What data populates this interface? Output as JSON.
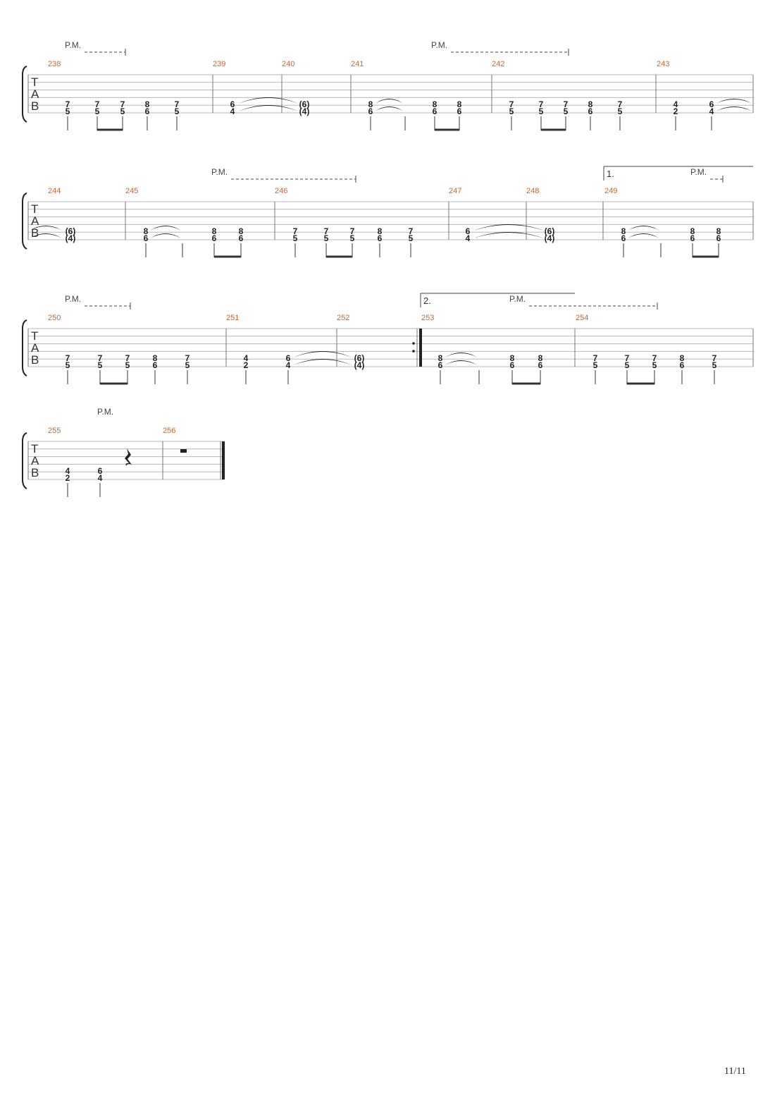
{
  "clef": [
    "T",
    "A",
    "B"
  ],
  "page_number": "11/11",
  "systems": [
    {
      "measures": [
        {
          "num": "238",
          "notes": [
            {
              "frets": [
                "7",
                "5"
              ],
              "stem": true,
              "beam": false
            },
            {
              "frets": [
                "7",
                "5"
              ],
              "stem": true,
              "beam": "start"
            },
            {
              "frets": [
                "7",
                "5"
              ],
              "stem": true,
              "beam": "end"
            },
            {
              "frets": [
                "8",
                "6"
              ],
              "stem": true,
              "beam": false
            },
            {
              "frets": [
                "7",
                "5"
              ],
              "stem": true,
              "beam": false
            }
          ]
        },
        {
          "num": "239",
          "notes": [
            {
              "frets": [
                "6",
                "4"
              ],
              "stem": false,
              "beam": false,
              "tie": "out"
            }
          ]
        },
        {
          "num": "240",
          "notes": [
            {
              "frets": [
                "(6)",
                "(4)"
              ],
              "stem": false,
              "beam": false
            }
          ]
        },
        {
          "num": "241",
          "notes": [
            {
              "frets": [
                "8",
                "6"
              ],
              "stem": true,
              "beam": false,
              "tie": "out-short"
            },
            {
              "frets": [
                "",
                ""
              ],
              "stem": true,
              "beam": false
            },
            {
              "frets": [
                "8",
                "6"
              ],
              "stem": true,
              "beam": "start"
            },
            {
              "frets": [
                "8",
                "6"
              ],
              "stem": true,
              "beam": "end"
            }
          ]
        },
        {
          "num": "242",
          "notes": [
            {
              "frets": [
                "7",
                "5"
              ],
              "stem": true,
              "beam": false
            },
            {
              "frets": [
                "7",
                "5"
              ],
              "stem": true,
              "beam": "start"
            },
            {
              "frets": [
                "7",
                "5"
              ],
              "stem": true,
              "beam": "end"
            },
            {
              "frets": [
                "8",
                "6"
              ],
              "stem": true,
              "beam": false
            },
            {
              "frets": [
                "7",
                "5"
              ],
              "stem": true,
              "beam": false
            }
          ]
        },
        {
          "num": "243",
          "notes": [
            {
              "frets": [
                "4",
                "2"
              ],
              "stem": true,
              "beam": false
            },
            {
              "frets": [
                "6",
                "4"
              ],
              "stem": true,
              "beam": false,
              "tie": "out-end"
            }
          ]
        }
      ],
      "pm": [
        {
          "label": "P.M."
        },
        {
          "label": "P.M."
        }
      ]
    },
    {
      "measures": [
        {
          "num": "244",
          "notes": [
            {
              "frets": [
                "(6)",
                "(4)"
              ],
              "stem": false,
              "beam": false
            }
          ]
        },
        {
          "num": "245",
          "notes": [
            {
              "frets": [
                "8",
                "6"
              ],
              "stem": true,
              "beam": false
            },
            {
              "frets": [
                "",
                ""
              ],
              "stem": true,
              "beam": false
            },
            {
              "frets": [
                "8",
                "6"
              ],
              "stem": true,
              "beam": "start"
            },
            {
              "frets": [
                "8",
                "6"
              ],
              "stem": true,
              "beam": "end"
            }
          ]
        },
        {
          "num": "246",
          "notes": [
            {
              "frets": [
                "7",
                "5"
              ],
              "stem": true,
              "beam": false
            },
            {
              "frets": [
                "7",
                "5"
              ],
              "stem": true,
              "beam": "start"
            },
            {
              "frets": [
                "7",
                "5"
              ],
              "stem": true,
              "beam": "end"
            },
            {
              "frets": [
                "8",
                "6"
              ],
              "stem": true,
              "beam": false
            },
            {
              "frets": [
                "7",
                "5"
              ],
              "stem": true,
              "beam": false
            }
          ]
        },
        {
          "num": "247",
          "notes": [
            {
              "frets": [
                "6",
                "4"
              ],
              "stem": false,
              "beam": false
            }
          ]
        },
        {
          "num": "248",
          "notes": [
            {
              "frets": [
                "(6)",
                "(4)"
              ],
              "stem": false,
              "beam": false
            }
          ]
        },
        {
          "num": "249",
          "notes": [
            {
              "frets": [
                "8",
                "6"
              ],
              "stem": true,
              "beam": false
            },
            {
              "frets": [
                "",
                ""
              ],
              "stem": true,
              "beam": false
            },
            {
              "frets": [
                "8",
                "6"
              ],
              "stem": true,
              "beam": "start"
            },
            {
              "frets": [
                "8",
                "6"
              ],
              "stem": true,
              "beam": "end"
            }
          ]
        }
      ],
      "pm": [
        {
          "label": "P.M."
        },
        {
          "label": "P.M."
        }
      ],
      "volta": "1."
    },
    {
      "measures": [
        {
          "num": "250"
        },
        {
          "num": "251"
        },
        {
          "num": "252"
        },
        {
          "num": "253"
        },
        {
          "num": "254"
        }
      ],
      "frets": {
        "m250": [
          [
            "7",
            "5"
          ],
          [
            "7",
            "5"
          ],
          [
            "7",
            "5"
          ],
          [
            "8",
            "6"
          ],
          [
            "7",
            "5"
          ]
        ],
        "m251": [
          [
            "4",
            "2"
          ],
          [
            "6",
            "4"
          ]
        ],
        "m252": [
          [
            "(6)",
            "(4)"
          ]
        ],
        "m253": [
          [
            "8",
            "6"
          ],
          [
            "8",
            "6"
          ],
          [
            "8",
            "6"
          ]
        ],
        "m254": [
          [
            "7",
            "5"
          ],
          [
            "7",
            "5"
          ],
          [
            "7",
            "5"
          ],
          [
            "8",
            "6"
          ],
          [
            "7",
            "5"
          ]
        ]
      },
      "pm": [
        {
          "label": "P.M."
        },
        {
          "label": "P.M."
        }
      ],
      "volta": "2."
    },
    {
      "measures": [
        {
          "num": "255"
        },
        {
          "num": "256"
        }
      ],
      "frets": {
        "m255": [
          [
            "4",
            "2"
          ],
          [
            "6",
            "4"
          ]
        ]
      },
      "pm": [
        {
          "label": "P.M."
        }
      ]
    }
  ]
}
